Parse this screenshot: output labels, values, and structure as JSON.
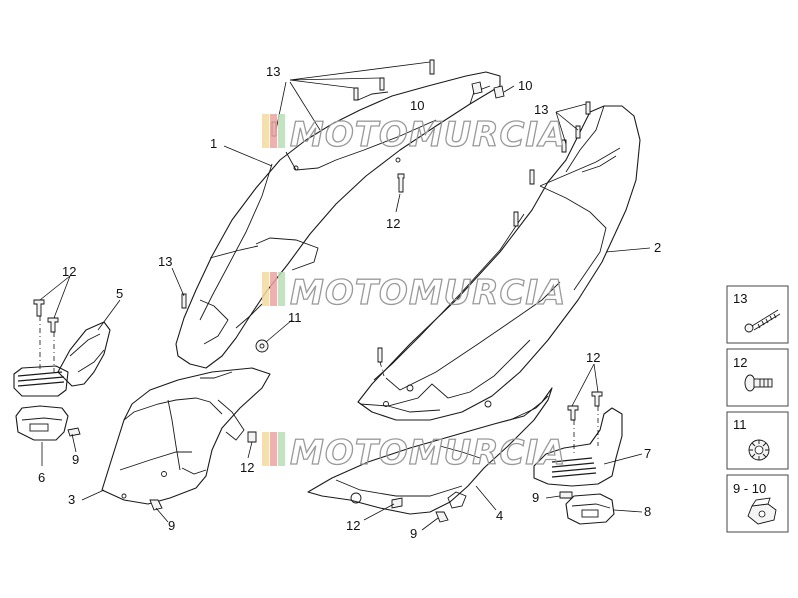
{
  "watermark": "MOTOMURCIA",
  "callouts": {
    "c13_top": "13",
    "c10_top": "10",
    "c10_mid": "10",
    "c13_right": "13",
    "c1": "1",
    "c12_mid": "12",
    "c2": "2",
    "c13_left": "13",
    "c11": "11",
    "c12_left": "12",
    "c5": "5",
    "c6": "6",
    "c9_left": "9",
    "c12_center": "12",
    "c3": "3",
    "c9_lower": "9",
    "c12_bottom": "12",
    "c9_bottom": "9",
    "c4": "4",
    "c12_right": "12",
    "c7": "7",
    "c9_right": "9",
    "c8": "8"
  },
  "legend": [
    {
      "label": "13",
      "icon": "screw-icon"
    },
    {
      "label": "12",
      "icon": "bolt-icon"
    },
    {
      "label": "11",
      "icon": "washer-icon"
    },
    {
      "label": "9 - 10",
      "icon": "clip-nut-icon"
    }
  ]
}
